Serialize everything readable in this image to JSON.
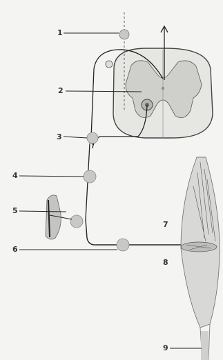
{
  "labels": {
    "l1": "1",
    "l2": "2",
    "l3": "3",
    "l4": "4",
    "l5": "5",
    "l6": "6",
    "l7": "7",
    "l8": "8",
    "l9": "9"
  },
  "colors": {
    "background": "#f4f4f2",
    "grey_matter": "#cfcfcc",
    "white_matter": "#e6e6e3",
    "ganglion": "#c8c8c6",
    "muscle": "#d8d8d6",
    "line": "#222222"
  }
}
